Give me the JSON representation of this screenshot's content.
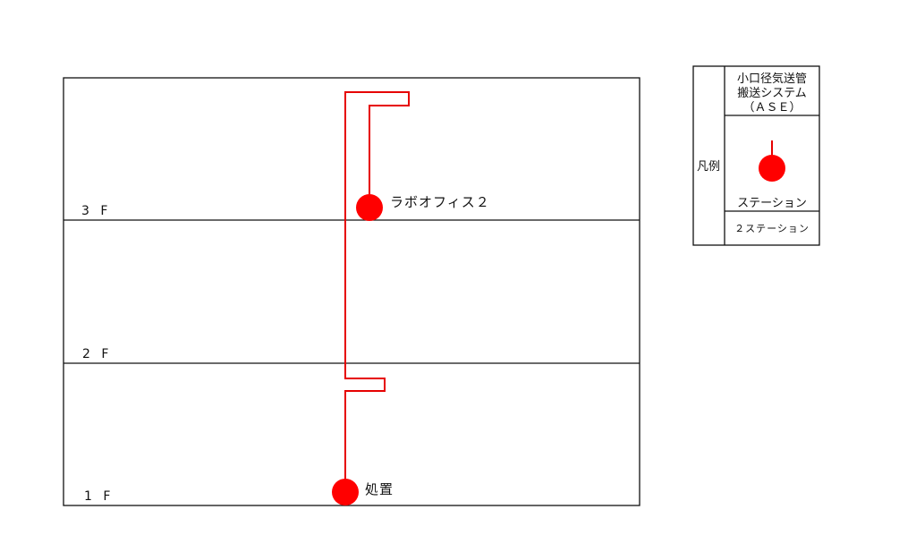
{
  "colors": {
    "line": "#111111",
    "pipe": "#e60000",
    "station": "#ff0000",
    "background": "#ffffff"
  },
  "floors": [
    "3 F",
    "2 F",
    "1 F"
  ],
  "stations": {
    "upper": "ラボオフィス２",
    "lower": "処置"
  },
  "legend": {
    "heading": "凡例",
    "system_line1": "小口径気送管",
    "system_line2": "搬送システム",
    "system_line3": "（ＡＳＥ）",
    "station_label": "ステーション",
    "two_station_label": "２ステーション"
  }
}
